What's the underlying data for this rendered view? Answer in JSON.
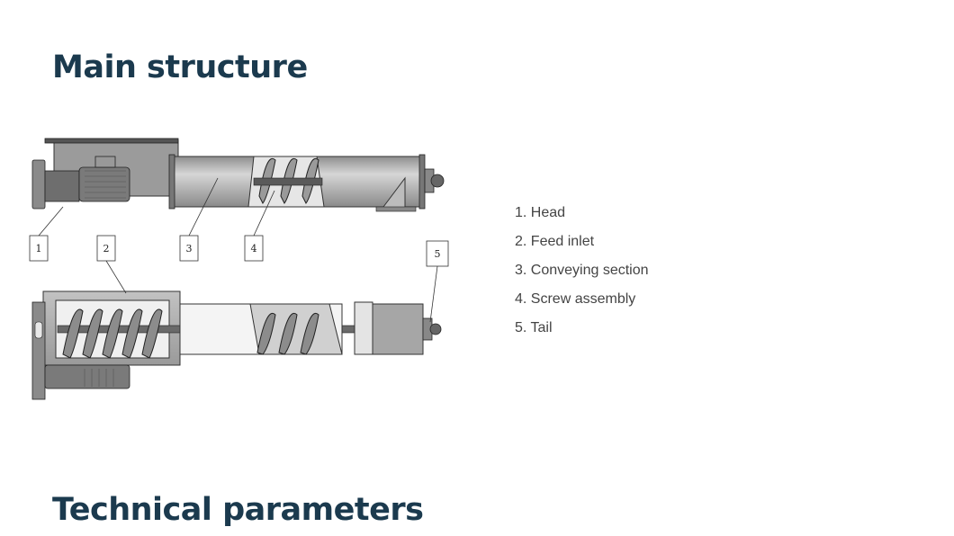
{
  "titles": {
    "main_structure": "Main structure",
    "technical_parameters": "Technical parameters"
  },
  "callouts": [
    "1",
    "2",
    "3",
    "4",
    "5"
  ],
  "legend": [
    "1. Head",
    "2. Feed inlet",
    "3. Conveying section",
    "4. Screw assembly",
    "5. Tail"
  ],
  "colors": {
    "title": "#1b3a4e",
    "legend_text": "#444444",
    "steel": "#a8a8a8",
    "steel_dark": "#7d7d7d"
  }
}
